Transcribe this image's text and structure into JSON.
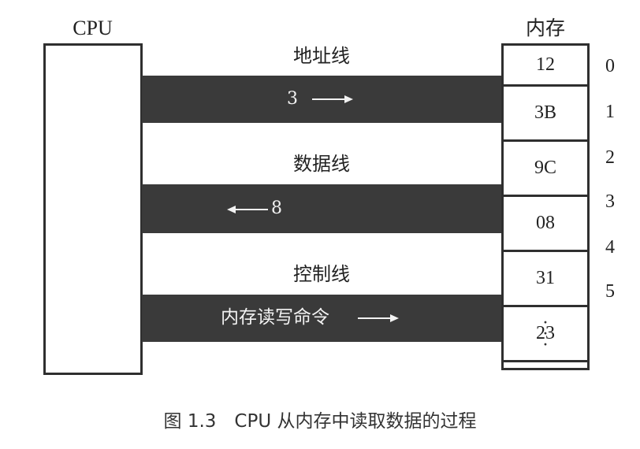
{
  "cpu": {
    "label": "CPU"
  },
  "memory": {
    "label": "内存",
    "cells": [
      {
        "value": "12",
        "address": "0"
      },
      {
        "value": "3B",
        "address": "1"
      },
      {
        "value": "9C",
        "address": "2"
      },
      {
        "value": "08",
        "address": "3"
      },
      {
        "value": "31",
        "address": "4"
      },
      {
        "value": "23",
        "address": "5"
      }
    ],
    "more": "·\n·\n·"
  },
  "buses": {
    "address": {
      "name": "地址线",
      "signal": "3",
      "direction": "to-memory"
    },
    "data": {
      "name": "数据线",
      "signal": "8",
      "direction": "to-cpu"
    },
    "control": {
      "name": "控制线",
      "signal": "内存读写命令",
      "direction": "to-memory"
    }
  },
  "caption": "图 1.3　CPU 从内存中读取数据的过程",
  "colors": {
    "bus": "#3a3a3a",
    "border": "#2f2f2f",
    "bus_text": "#f2f2f2"
  }
}
